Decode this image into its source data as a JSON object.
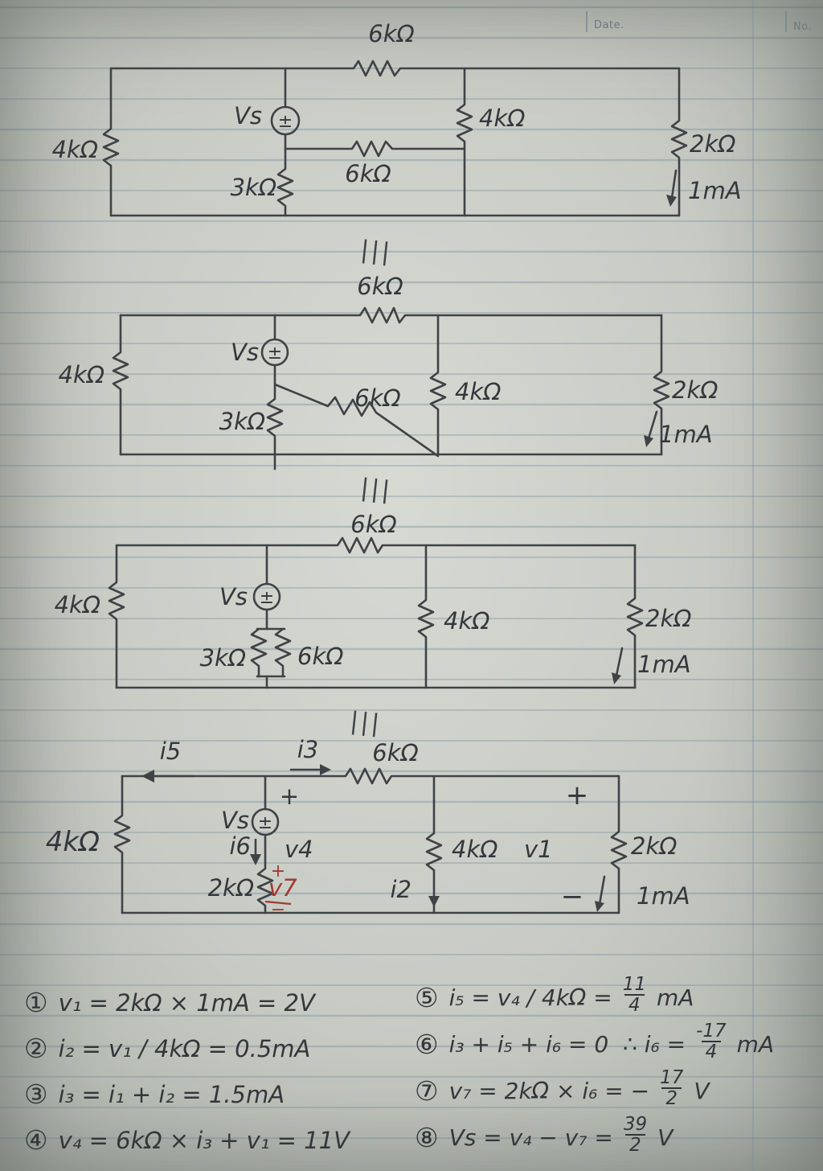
{
  "header": {
    "date_label": "Date.",
    "no_label": "No."
  },
  "equiv_mark": "|||",
  "circuits": {
    "c1": {
      "r_top": "6kΩ",
      "r_left": "4kΩ",
      "vs": "Vs",
      "src_sign": "±",
      "r_mid": "3kΩ",
      "r_mid_h": "6kΩ",
      "r_mid_right": "4kΩ",
      "r_right": "2kΩ",
      "i_src": "1mA"
    },
    "c2": {
      "r_top": "6kΩ",
      "r_left": "4kΩ",
      "vs": "Vs",
      "src_sign": "±",
      "r_mid": "3kΩ",
      "r_diag": "6kΩ",
      "r_mid_right": "4kΩ",
      "r_right": "2kΩ",
      "i_src": "1mA"
    },
    "c3": {
      "r_top": "6kΩ",
      "r_left": "4kΩ",
      "vs": "Vs",
      "src_sign": "±",
      "r_par_left": "3kΩ",
      "r_par_right": "6kΩ",
      "r_mid_right": "4kΩ",
      "r_right": "2kΩ",
      "i_src": "1mA"
    },
    "c4": {
      "r_top": "6kΩ",
      "r_left": "4kΩ",
      "vs": "Vs",
      "src_sign": "±",
      "i5": "i5",
      "i3": "i3",
      "i6": "i6",
      "i2": "i2",
      "v4": "v4",
      "v1": "v1",
      "v7": "v7",
      "r_mid": "2kΩ",
      "r_mid_right": "4kΩ",
      "r_right": "2kΩ",
      "i_src": "1mA",
      "plus": "+",
      "minus": "−"
    }
  },
  "equations": {
    "left": [
      {
        "num": "①",
        "body": "v₁ = 2kΩ × 1mA = 2V"
      },
      {
        "num": "②",
        "body": "i₂ = v₁ / 4kΩ = 0.5mA"
      },
      {
        "num": "③",
        "body": "i₃ = i₁ + i₂ = 1.5mA"
      },
      {
        "num": "④",
        "body": "v₄ = 6kΩ × i₃ + v₁ = 11V"
      }
    ],
    "right": [
      {
        "num": "⑤",
        "body": "i₅ = v₄ / 4kΩ =",
        "frac_num": "11",
        "frac_den": "4",
        "suffix": "mA"
      },
      {
        "num": "⑥",
        "body": "i₃ + i₅ + i₆ = 0  ∴ i₆ =",
        "frac_num": "-17",
        "frac_den": "4",
        "suffix": "mA"
      },
      {
        "num": "⑦",
        "body": "v₇ = 2kΩ × i₆ = −",
        "frac_num": "17",
        "frac_den": "2",
        "suffix": "V"
      },
      {
        "num": "⑧",
        "body": "Vs = v₄ − v₇ =",
        "frac_num": "39",
        "frac_den": "2",
        "suffix": "V"
      }
    ]
  }
}
